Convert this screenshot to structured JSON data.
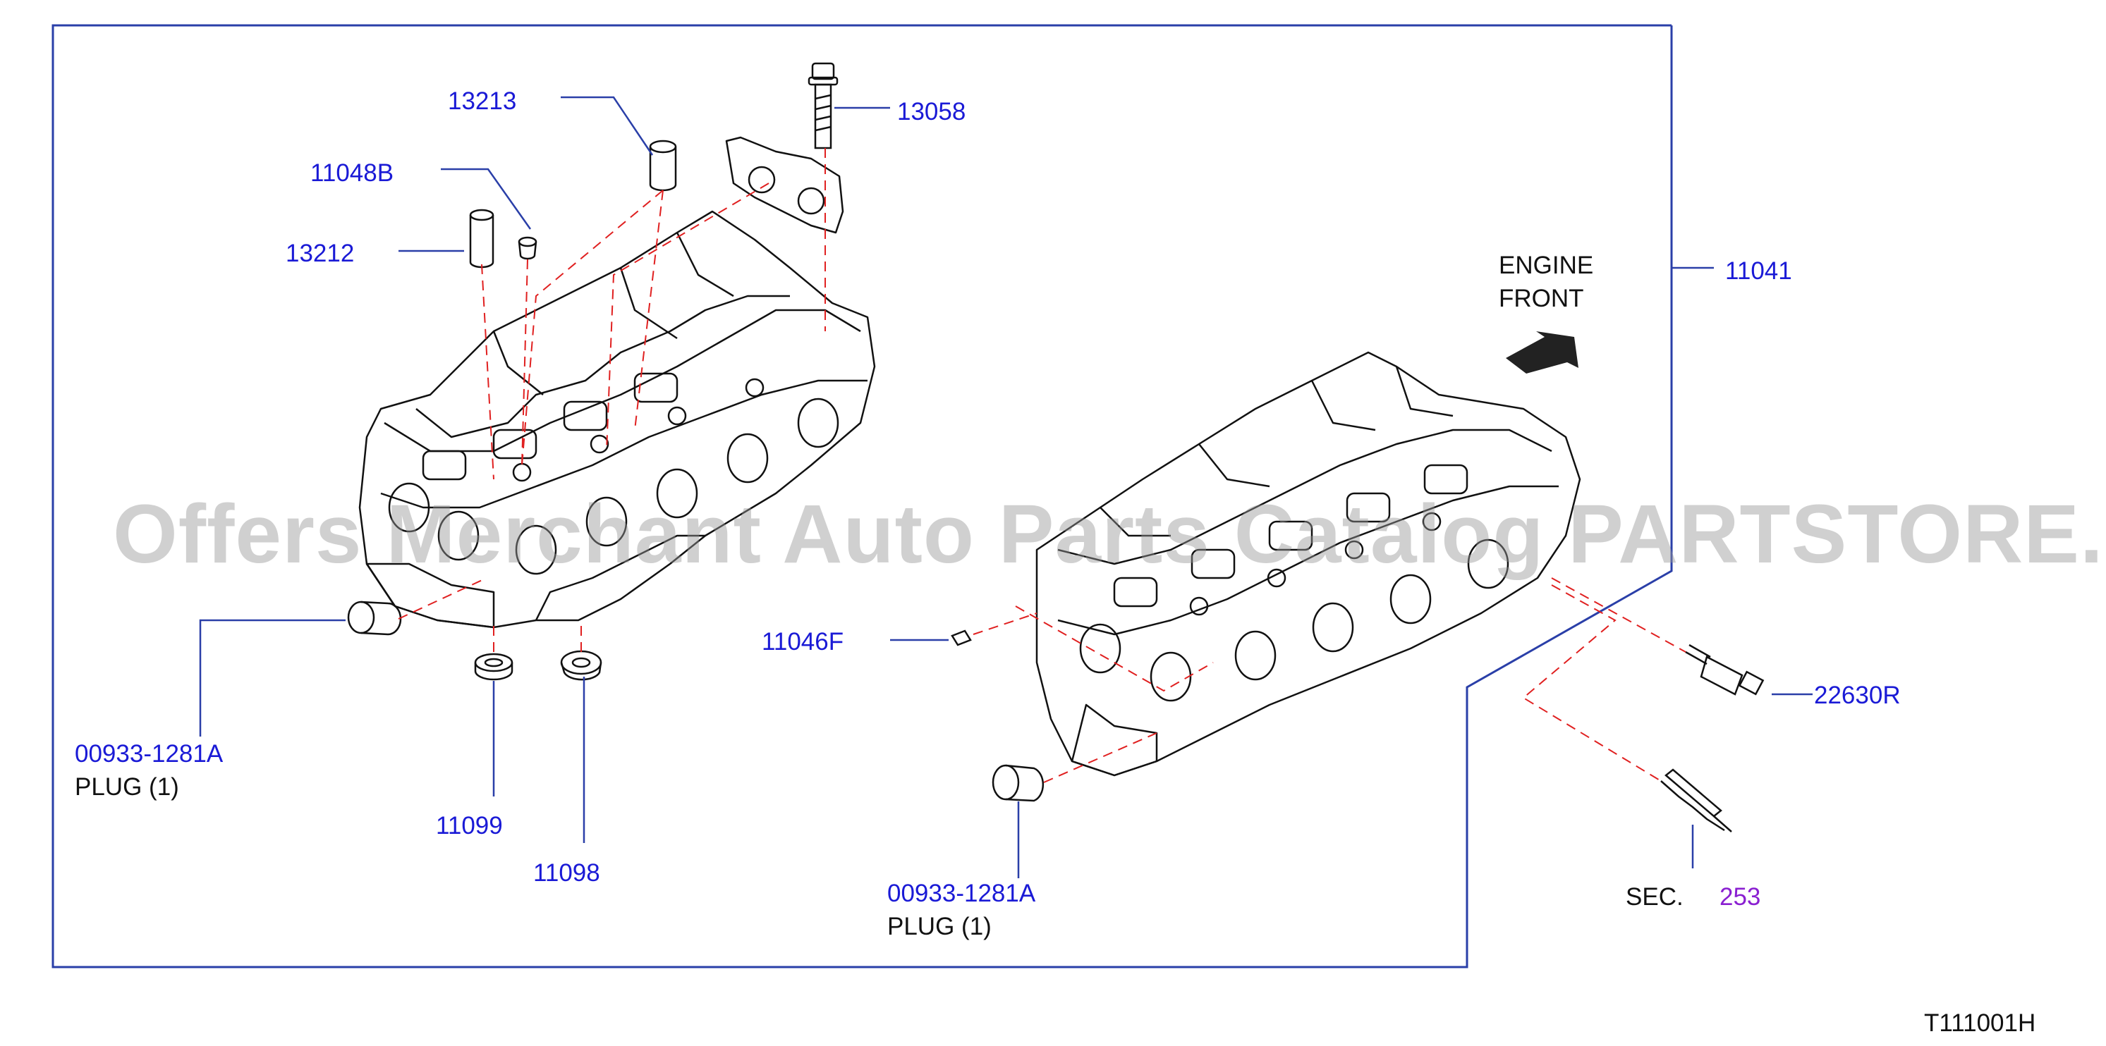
{
  "callouts": {
    "p13213": "13213",
    "p13058": "13058",
    "p11048b": "11048B",
    "p13212": "13212",
    "p11041": "11041",
    "p11046f": "11046F",
    "p22630r": "22630R",
    "p00933_left": "00933-1281A",
    "plug_left": "PLUG  (1)",
    "p11099": "11099",
    "p11098": "11098",
    "p00933_right": "00933-1281A",
    "plug_right": "PLUG  (1)",
    "sec_label": "SEC.",
    "sec_num": "253"
  },
  "engine_front": {
    "line1": "ENGINE",
    "line2": "FRONT"
  },
  "watermark": "Offers Merchant Auto Parts Catalog PARTSTORE.SA",
  "figure_code": "T111001H",
  "colors": {
    "callout": "#1a1ad6",
    "leader_dash": "#e02020",
    "section_ref": "#8a1fd1",
    "frame": "#2a3fa8"
  }
}
